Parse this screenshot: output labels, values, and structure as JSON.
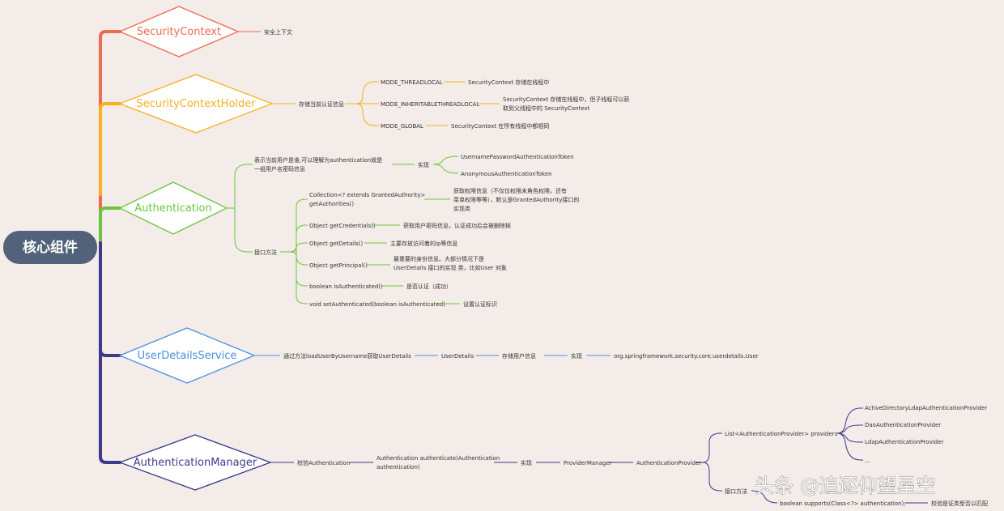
{
  "colors": {
    "background": "#f3ece8",
    "root": "#51627a",
    "securitycontext": "#ee6a50",
    "securitycontextholder": "#f5b120",
    "authentication": "#6bc63d",
    "userdetailsservice": "#4a8fe0",
    "authenticationmanager": "#3d3a8c"
  },
  "root": {
    "label": "核心组件"
  },
  "nodes": {
    "securitycontext": {
      "label": "SecurityContext",
      "desc": "安全上下文"
    },
    "securitycontextholder": {
      "label": "SecurityContextHolder",
      "desc": "存储当前认证信息",
      "modes": [
        {
          "name": "MODE_THREADLOCAL",
          "desc": "SecurityContext 存储在线程中"
        },
        {
          "name": "MODE_INHERITABLETHREADLOCAL",
          "desc_line1": "SecurityContext 存储在线程中，但子线程可以获",
          "desc_line2": "取到父线程中的 SecurityContext"
        },
        {
          "name": "MODE_GLOBAL",
          "desc": "SecurityContext 在所有线程中都相同"
        }
      ]
    },
    "authentication": {
      "label": "Authentication",
      "desc_line1": "表示当前用户是谁,可以理解为authentication就是",
      "desc_line2": "一组用户名密码信息",
      "impl_label": "实现",
      "impls": [
        "UsernamePasswordAuthenticationToken",
        "AnonymousAuthenticationToken"
      ],
      "methods_label": "接口方法",
      "methods": [
        {
          "sig_line1": "Collection<? extends GrantedAuthority>",
          "sig_line2": "getAuthorities()",
          "desc_line1": "获取权限信息（不仅仅权限未角色权限，还有",
          "desc_line2": "菜单权限等等），默认是GrantedAuthority接口的",
          "desc_line3": "实现类"
        },
        {
          "sig": "Object getCredentials()",
          "desc": "获取用户密码信息，认证成功后会被删除掉"
        },
        {
          "sig": "Object getDetails()",
          "desc": "主要存放访问着的ip等信息"
        },
        {
          "sig": "Object getPrincipal()",
          "desc_line1": "最重要的身份信息。大部分情况下是",
          "desc_line2": "UserDetails 接口的实现 类，比如User 对象"
        },
        {
          "sig": "boolean isAuthenticated()",
          "desc": "是否认证（成功）"
        },
        {
          "sig": "void setAuthenticated(boolean isAuthenticated)",
          "desc": "设置认证标识"
        }
      ]
    },
    "userdetailsservice": {
      "label": "UserDetailsService",
      "desc": "通过方法loadUserByUsername获取UserDetails",
      "userdetails": "UserDetails",
      "store": "存储用户信息",
      "impl_label": "实现",
      "impl_class": "org.springframework.security.core.userdetails.User"
    },
    "authenticationmanager": {
      "label": "AuthenticationManager",
      "desc": "校验Authentication",
      "method_line1": "Authentication authenticate(Authentication",
      "method_line2": "authentication)",
      "impl_label": "实现",
      "impl_class": "ProviderManager",
      "provider": "AuthenticationProvider",
      "providers_list": "List<AuthenticationProvider> providers",
      "providers": [
        "ActiveDirectoryLdapAuthenticationProvider",
        "DaoAuthenticationProvider",
        "LdapAuthenticationProvider",
        "..."
      ],
      "methods_label": "接口方法",
      "method_supports": "boolean supports(Class<?> authentication);",
      "supports_desc": "校验是证类型否以匹配"
    }
  },
  "watermark": "头条 @追逐仰望星空"
}
